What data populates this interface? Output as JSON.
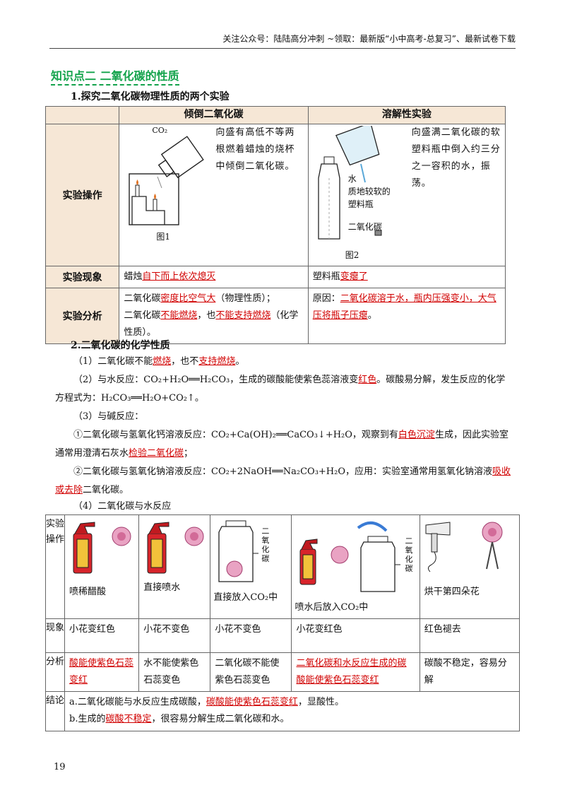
{
  "header": "关注公众号：陆陆高分冲刺 ~领取：最新版“小中高考-总复习”、最新试卷下载",
  "section_title": "知识点二 二氧化碳的性质",
  "part1_title": "1.探究二氧化碳物理性质的两个实验",
  "t1": {
    "col1": "倾倒二氧化碳",
    "col2": "溶解性实验",
    "row_op": "实验操作",
    "row_ph": "实验现象",
    "row_an": "实验分析",
    "op1_text": "向盛有高低不等两根燃着蜡烛的烧杯中倾倒二氧化碳。",
    "op1_co2": "CO₂",
    "op1_fig": "图1",
    "op2_text": "向盛满二氧化碳的软塑料瓶中倒入约三分之一容积的水，振荡。",
    "op2_water": "水",
    "op2_bottle": "质地较软的塑料瓶",
    "op2_co2": "二氧化碳",
    "op2_fig": "图2",
    "ph1_a": "蜡烛",
    "ph1_b": "自下而上依次熄灭",
    "ph2_a": "塑料瓶",
    "ph2_b": "变瘪了",
    "an1_a": "二氧化碳",
    "an1_b": "密度比空气大",
    "an1_c": "（物理性质）；",
    "an1_d": "二氧化碳",
    "an1_e": "不能燃烧",
    "an1_f": "，也",
    "an1_g": "不能支持燃烧",
    "an1_h": "（化学性质）。",
    "an2_a": "原因：",
    "an2_b": "二氧化碳溶于水，瓶内压强变小，大气压将瓶子压瘪",
    "an2_c": "。"
  },
  "part2_title": "2.二氧化碳的化学性质",
  "p1_a": "（1）二氧化碳不能",
  "p1_b": "燃烧",
  "p1_c": "，也不",
  "p1_d": "支持燃烧",
  "p1_e": "。",
  "p2_a": "（2）与水反应：CO₂+H₂O══H₂CO₃，生成的碳酸能使紫色蕊溶液变",
  "p2_b": "红色",
  "p2_c": "。碳酸易分解，发生反应的化学方程式为：H₂CO₃══H₂O+CO₂↑。",
  "p3": "（3）与碱反应：",
  "p4_a": "①二氧化碳与氢氧化钙溶液反应：CO₂+Ca(OH)₂══CaCO₃↓+H₂O，观察到有",
  "p4_b": "白色沉淀",
  "p4_c": "生成，因此实验室通常用澄清石灰水",
  "p4_d": "检验二氧化碳",
  "p4_e": "；",
  "p5_a": "②二氧化碳与氢氧化钠溶液反应：CO₂+2NaOH══Na₂CO₃+H₂O，应用：实验室通常用氢氧化钠溶液",
  "p5_b": "吸收或去除",
  "p5_c": "二氧化碳。",
  "p6": "（4）二氧化碳与水反应",
  "t2": {
    "r1": "实验操作",
    "r2": "现象",
    "r3": "分析",
    "r4": "结论",
    "op": [
      "喷稀醋酸",
      "直接喷水",
      "直接放入CO₂中",
      "喷水后放入CO₂中",
      "烘干第四朵花"
    ],
    "jar_label": "二氧化碳",
    "ph": [
      "小花变红色",
      "小花不变色",
      "小花不变色",
      "小花变红色",
      "红色褪去"
    ],
    "an": [
      "酸能使紫色石蕊变红",
      "水不能使紫色石蕊变色",
      "二氧化碳不能使紫色石蕊变色",
      "二氧化碳和水反应生成的碳酸能使紫色石蕊变红",
      "碳酸不稳定，容易分解"
    ],
    "c1_a": "a.二氧化碳能与水反应生成碳酸，",
    "c1_b": "碳酸能使紫色石蕊变红",
    "c1_c": "，显酸性。",
    "c2_a": "b.生成的",
    "c2_b": "碳酸不稳定",
    "c2_c": "，很容易分解生成二氧化碳和水。"
  },
  "page_number": "19"
}
